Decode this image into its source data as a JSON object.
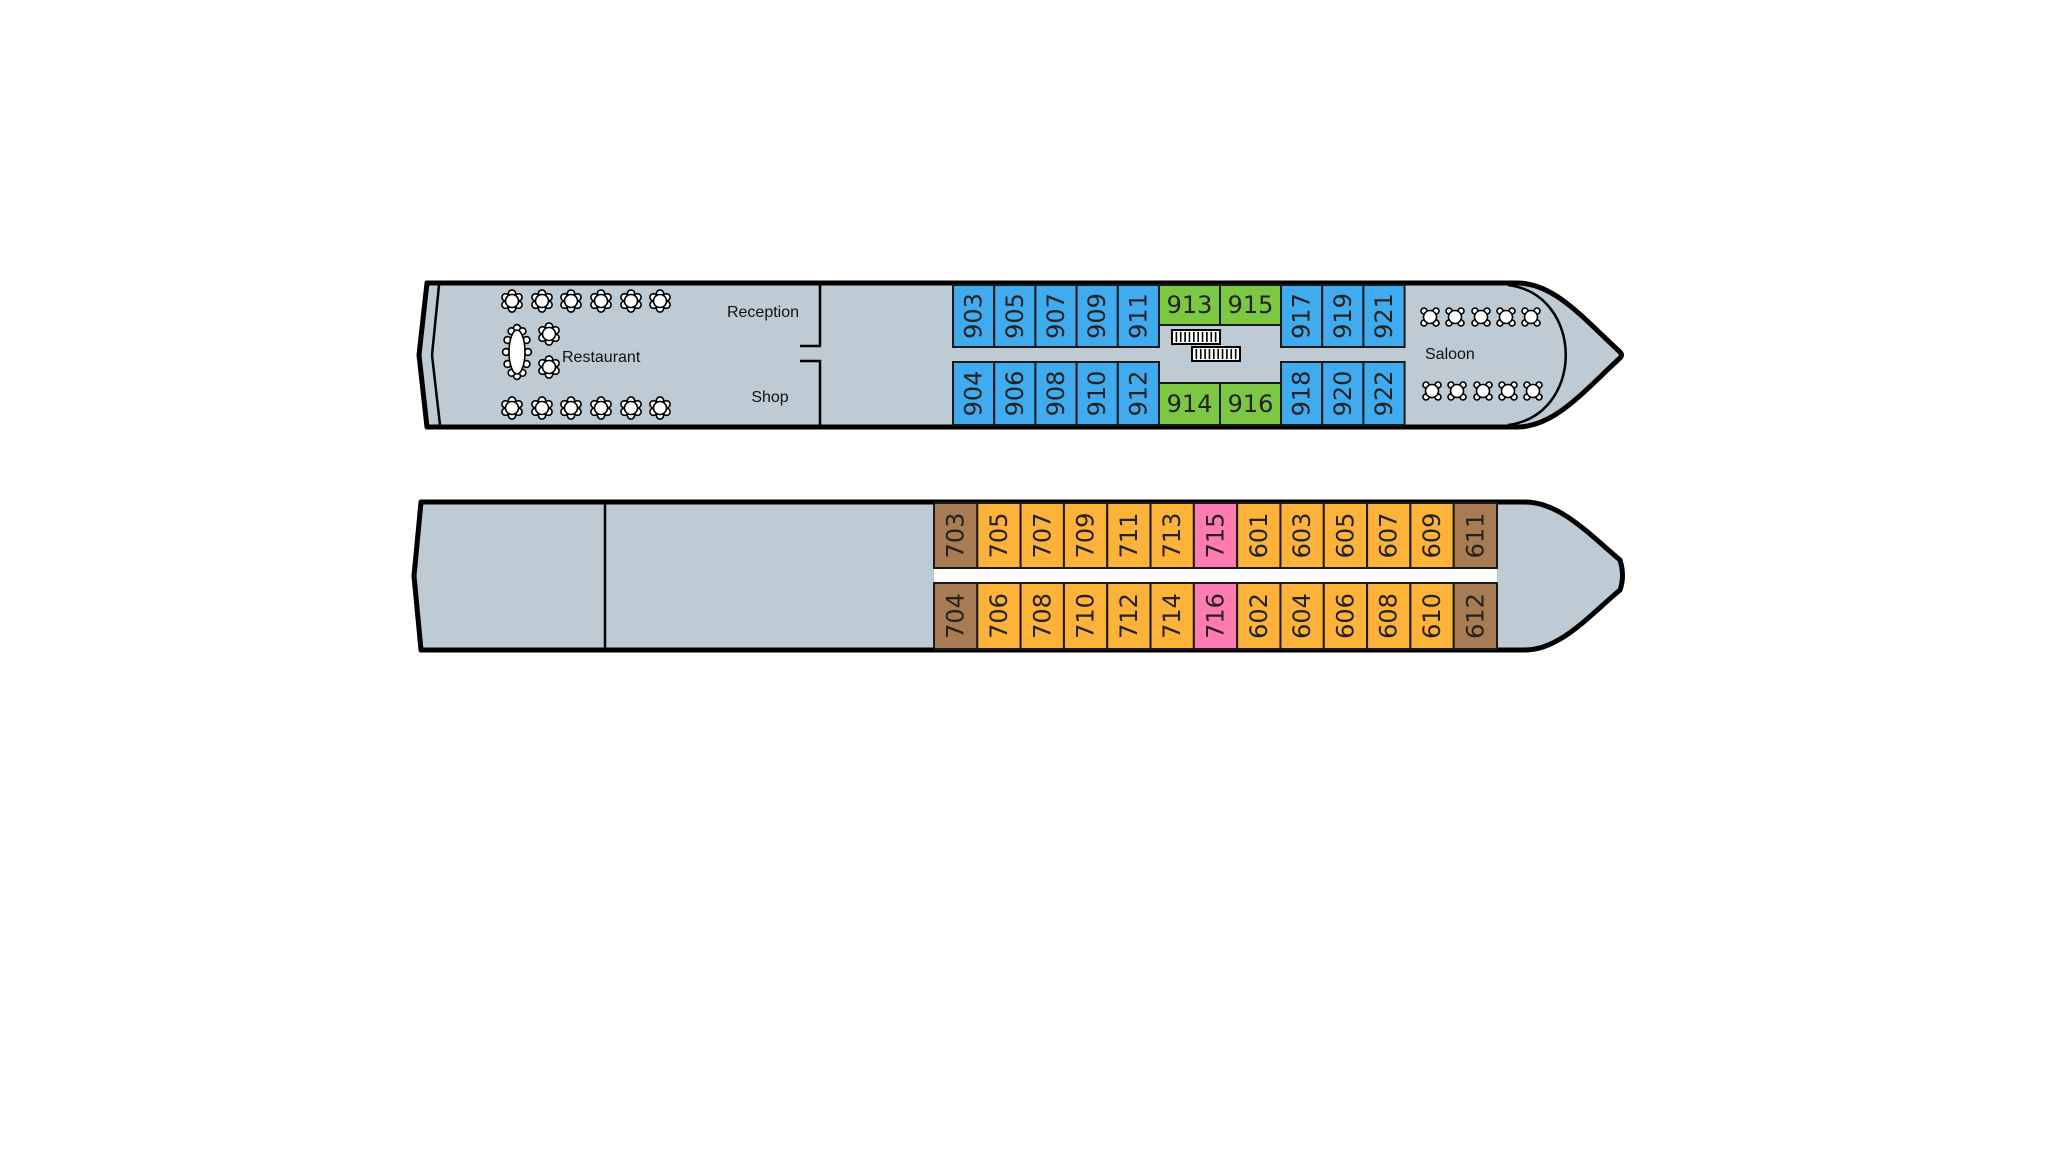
{
  "colors": {
    "hull": "#BECBD4",
    "cabin_blue": "#41ABEF",
    "cabin_green": "#7CC843",
    "cabin_orange": "#FDB23A",
    "cabin_pink": "#FF7BB0",
    "cabin_brown": "#A87C52",
    "corridor_white": "#FFFFFF"
  },
  "upper_deck": {
    "rooms": {
      "restaurant": "Restaurant",
      "reception": "Reception",
      "shop": "Shop",
      "saloon": "Saloon"
    },
    "cabins_top": [
      {
        "number": "903",
        "category": "blue"
      },
      {
        "number": "905",
        "category": "blue"
      },
      {
        "number": "907",
        "category": "blue"
      },
      {
        "number": "909",
        "category": "blue"
      },
      {
        "number": "911",
        "category": "blue"
      },
      {
        "number": "913",
        "category": "green"
      },
      {
        "number": "915",
        "category": "green"
      },
      {
        "number": "917",
        "category": "blue"
      },
      {
        "number": "919",
        "category": "blue"
      },
      {
        "number": "921",
        "category": "blue"
      }
    ],
    "cabins_bottom": [
      {
        "number": "904",
        "category": "blue"
      },
      {
        "number": "906",
        "category": "blue"
      },
      {
        "number": "908",
        "category": "blue"
      },
      {
        "number": "910",
        "category": "blue"
      },
      {
        "number": "912",
        "category": "blue"
      },
      {
        "number": "914",
        "category": "green"
      },
      {
        "number": "916",
        "category": "green"
      },
      {
        "number": "918",
        "category": "blue"
      },
      {
        "number": "920",
        "category": "blue"
      },
      {
        "number": "922",
        "category": "blue"
      }
    ],
    "icons": [
      "round-table-icon",
      "oval-table-icon",
      "square-table-icon",
      "stairs-icon"
    ]
  },
  "lower_deck": {
    "cabins_top": [
      {
        "number": "703",
        "category": "brown"
      },
      {
        "number": "705",
        "category": "orange"
      },
      {
        "number": "707",
        "category": "orange"
      },
      {
        "number": "709",
        "category": "orange"
      },
      {
        "number": "711",
        "category": "orange"
      },
      {
        "number": "713",
        "category": "orange"
      },
      {
        "number": "715",
        "category": "pink"
      },
      {
        "number": "601",
        "category": "orange"
      },
      {
        "number": "603",
        "category": "orange"
      },
      {
        "number": "605",
        "category": "orange"
      },
      {
        "number": "607",
        "category": "orange"
      },
      {
        "number": "609",
        "category": "orange"
      },
      {
        "number": "611",
        "category": "brown"
      }
    ],
    "cabins_bottom": [
      {
        "number": "704",
        "category": "brown"
      },
      {
        "number": "706",
        "category": "orange"
      },
      {
        "number": "708",
        "category": "orange"
      },
      {
        "number": "710",
        "category": "orange"
      },
      {
        "number": "712",
        "category": "orange"
      },
      {
        "number": "714",
        "category": "orange"
      },
      {
        "number": "716",
        "category": "pink"
      },
      {
        "number": "602",
        "category": "orange"
      },
      {
        "number": "604",
        "category": "orange"
      },
      {
        "number": "606",
        "category": "orange"
      },
      {
        "number": "608",
        "category": "orange"
      },
      {
        "number": "610",
        "category": "orange"
      },
      {
        "number": "612",
        "category": "brown"
      }
    ]
  }
}
